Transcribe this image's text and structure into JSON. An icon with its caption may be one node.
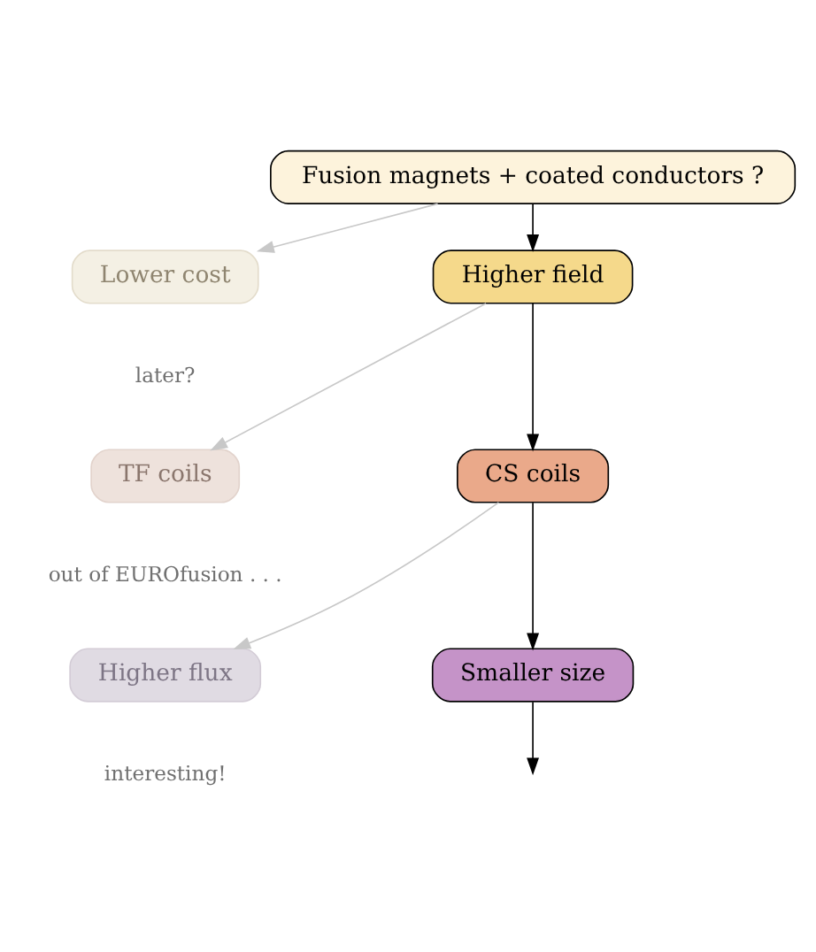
{
  "diagram": {
    "nodes": [
      {
        "text": [
          "Fusion magnets + coated conductors ?"
        ]
      },
      {
        "text": [
          "Lower cost"
        ],
        "beside": [
          "later?"
        ]
      },
      {
        "text": [
          "Higher field"
        ]
      },
      {
        "text": [
          "TF coils"
        ],
        "beside": [
          "out of EUROfusion . . ."
        ]
      },
      {
        "text": [
          "CS coils"
        ]
      },
      {
        "text": [
          "Higher flux"
        ],
        "beside": [
          "interesting!"
        ]
      },
      {
        "text": [
          "Smaller size"
        ]
      }
    ],
    "edges": [
      {
        "from": 0,
        "to": 1,
        "arrow": "to",
        "color": "#c8c8c8"
      },
      {
        "from": 0,
        "to": 2,
        "arrow": "to"
      },
      {
        "from": 2,
        "to": 3,
        "arrow": "to",
        "color": "#c8c8c8"
      },
      {
        "from": 2,
        "to": 4,
        "arrow": "to"
      },
      {
        "from": 4,
        "to": 5,
        "arrow": "to",
        "color": "#c8c8c8"
      },
      {
        "from": 4,
        "to": 6,
        "arrow": "to"
      },
      {
        "from": 6,
        "to": null,
        "arrow": "to"
      }
    ]
  }
}
